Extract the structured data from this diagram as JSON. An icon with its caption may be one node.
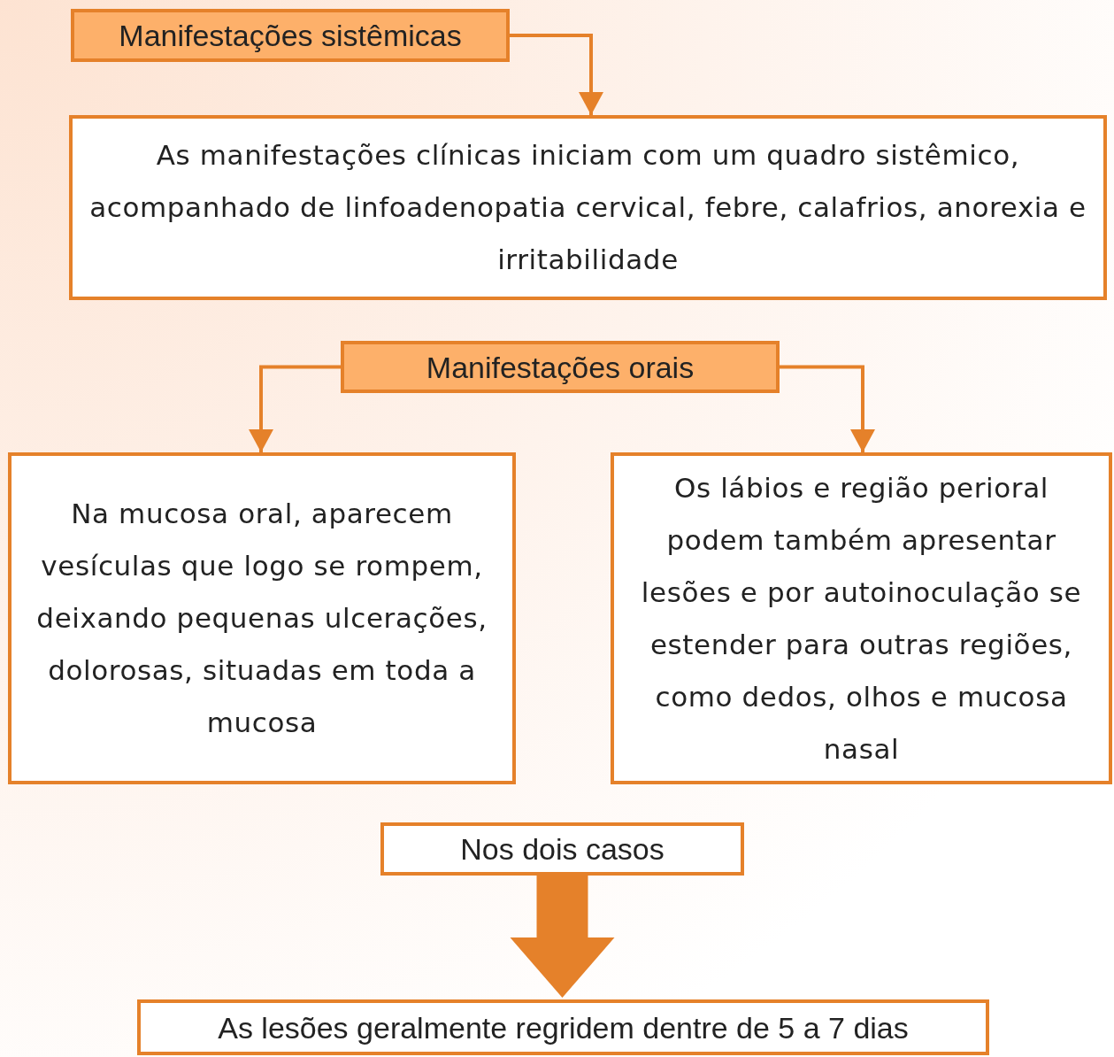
{
  "diagram": {
    "nodes": [
      {
        "text": [
          "Manifestações sistêmicas"
        ]
      },
      {
        "text": [
          "As manifestações clínicas iniciam com um quadro sistêmico, acompanhado de linfoadenopatia cervical, febre, calafrios, anorexia e irritabilidade"
        ]
      },
      {
        "text": [
          "Manifestações orais"
        ]
      },
      {
        "text": [
          "Na mucosa oral, aparecem vesículas que logo se rompem, deixando pequenas ulcerações, dolorosas, situadas em toda a mucosa"
        ]
      },
      {
        "text": [
          "Os lábios e região perioral podem também apresentar lesões e por autoinoculação se estender para outras regiões, como dedos, olhos e mucosa nasal"
        ]
      },
      {
        "text": [
          "Nos dois casos"
        ]
      },
      {
        "text": [
          "As lesões geralmente regridem dentre de 5 a 7 dias"
        ]
      }
    ],
    "edges": [
      {
        "from": 0,
        "to": 1,
        "arrow": "to"
      },
      {
        "from": 2,
        "to": 3,
        "arrow": "to"
      },
      {
        "from": 2,
        "to": 4,
        "arrow": "to"
      },
      {
        "from": 5,
        "to": 6,
        "arrow": "to",
        "style": "thick"
      }
    ]
  }
}
